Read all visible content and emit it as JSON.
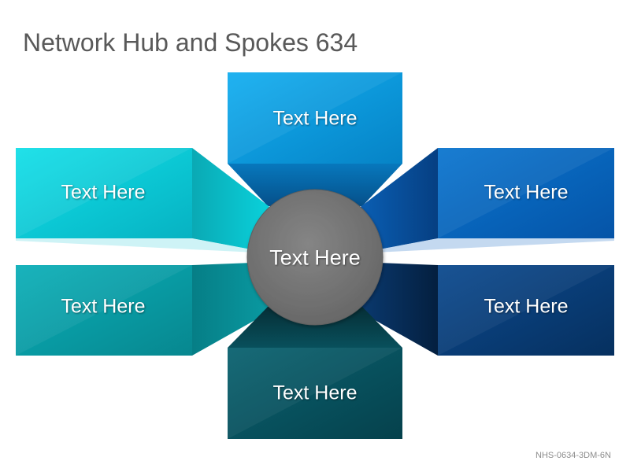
{
  "title": "Network Hub and Spokes 634",
  "footer_code": "NHS-0634-3DM-6N",
  "hub": {
    "label": "Text Here",
    "color": "#767676"
  },
  "spokes": [
    {
      "id": "top",
      "label": "Text Here",
      "color": "#0b9de3"
    },
    {
      "id": "upper-left",
      "label": "Text Here",
      "color": "#0ccfdc"
    },
    {
      "id": "upper-right",
      "label": "Text Here",
      "color": "#0865bd"
    },
    {
      "id": "lower-left",
      "label": "Text Here",
      "color": "#089fa7"
    },
    {
      "id": "lower-right",
      "label": "Text Here",
      "color": "#0a3a75"
    },
    {
      "id": "bottom",
      "label": "Text Here",
      "color": "#07535f"
    }
  ]
}
